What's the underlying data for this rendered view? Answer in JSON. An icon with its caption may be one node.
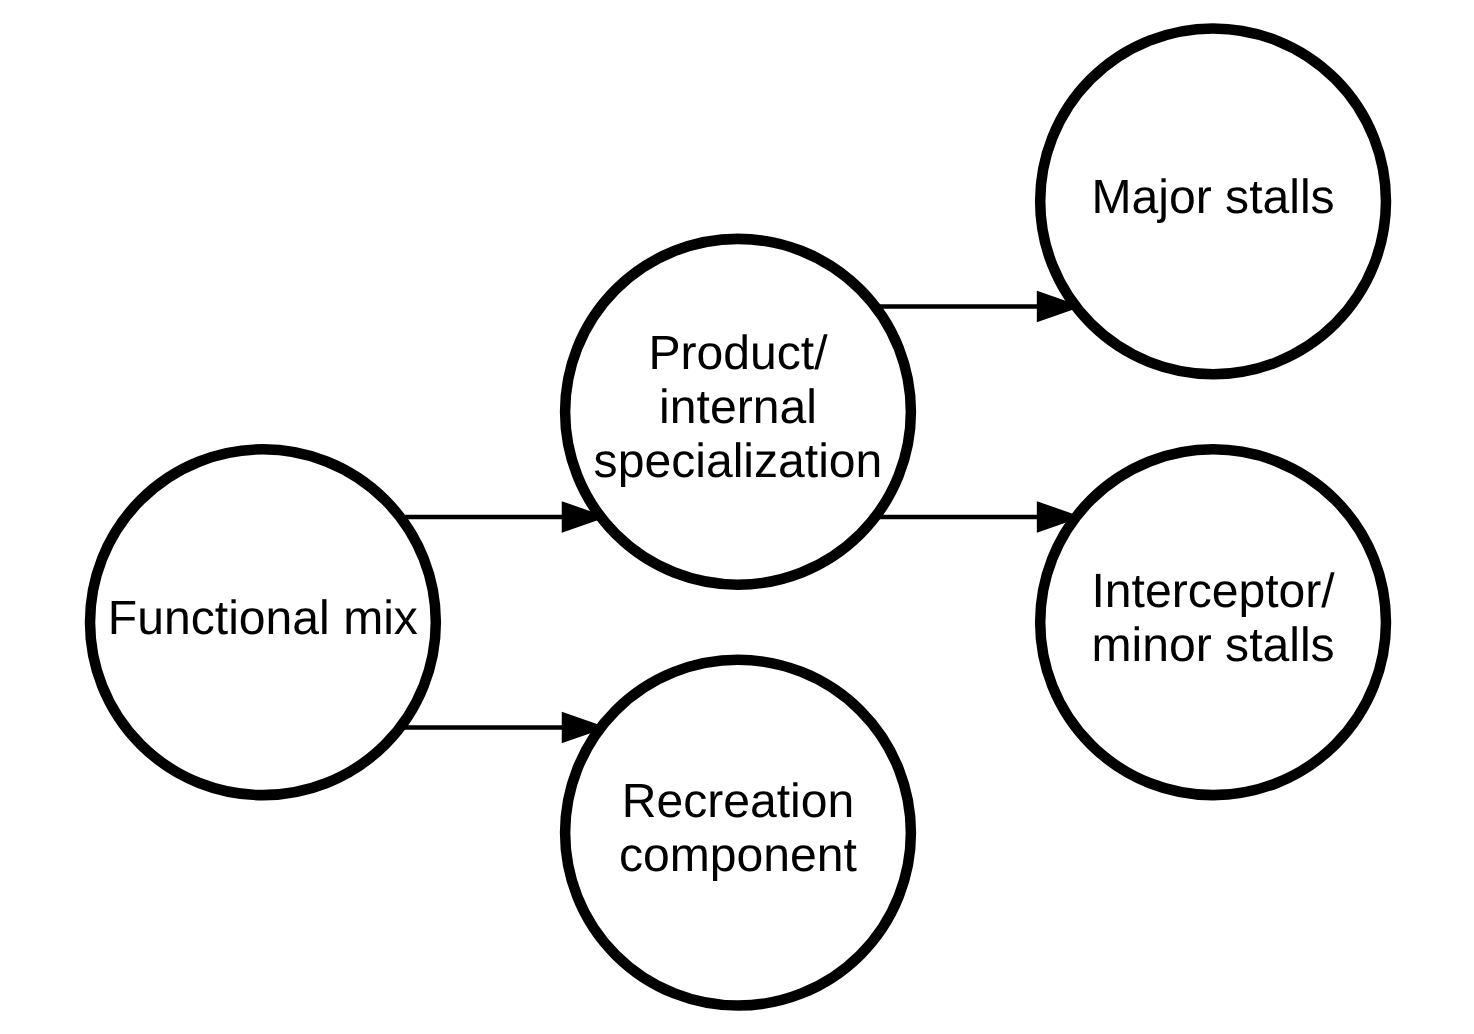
{
  "diagram": {
    "nodes": [
      {
        "text": [
          "Functional mix"
        ]
      },
      {
        "text": [
          "Product/ internal specialization"
        ]
      },
      {
        "text": [
          "Recreation component"
        ]
      },
      {
        "text": [
          "Major stalls"
        ]
      },
      {
        "text": [
          "Interceptor/ minor stalls"
        ]
      }
    ],
    "edges": [
      {
        "from": 0,
        "to": 1,
        "arrow": "to"
      },
      {
        "from": 0,
        "to": 2,
        "arrow": "to"
      },
      {
        "from": 1,
        "to": 3,
        "arrow": "to"
      },
      {
        "from": 1,
        "to": 4,
        "arrow": "to"
      }
    ]
  }
}
